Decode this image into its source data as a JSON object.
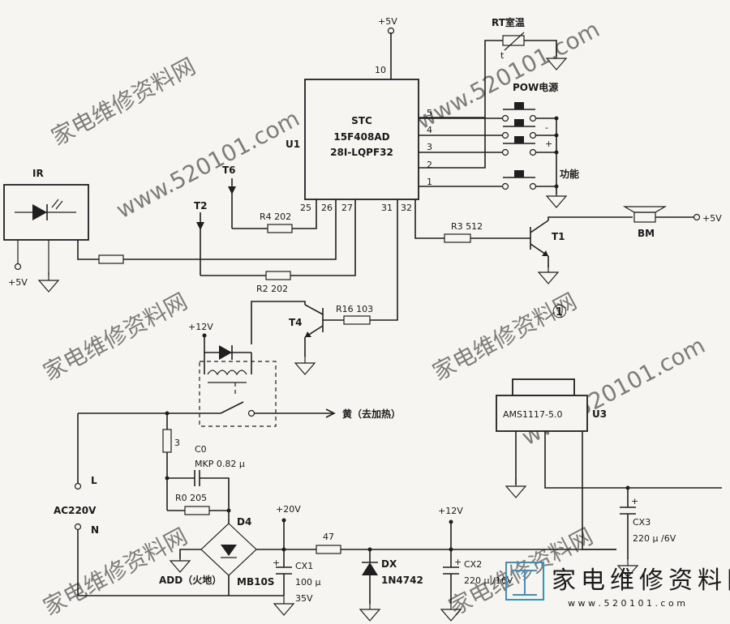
{
  "watermark": {
    "text_cn": "家电维修资料网",
    "text_url": "www.520101.com"
  },
  "logo": {
    "text": "家电维修资料网",
    "url": "w w w . 5 2 0 1 0 1 . c o m"
  },
  "chip": {
    "line1": "STC",
    "line2": "15F408AD",
    "line3": "28I-LQPF32",
    "ref": "U1",
    "pin10": "10",
    "pin5": "5",
    "pin4": "4",
    "pin3": "3",
    "pin2": "2",
    "pin1": "1",
    "pin25": "25",
    "pin26": "26",
    "pin27": "27",
    "pin31": "31",
    "pin32": "32"
  },
  "labels": {
    "vcc_top": "+5V",
    "rt": "RT室温",
    "t": "t",
    "pow": "POW电源",
    "minus": "-",
    "plus": "+",
    "func": "功能",
    "ir": "IR",
    "ir_5v": "+5V",
    "t6": "T6",
    "t2": "T2",
    "r4": "R4 202",
    "r2": "R2 202",
    "r3": "R3 512",
    "t1": "T1",
    "bm": "BM",
    "bm_5v": "+5V",
    "circle1": "①",
    "r16": "R16 103",
    "t4": "T4",
    "v12_relay": "+12V",
    "yellow": "黄（去加热）",
    "r3v": "3",
    "c0": "C0",
    "c0_val": "MKP 0.82 μ",
    "r0": "R0 205",
    "d4": "D4",
    "l": "L",
    "n": "N",
    "ac220": "AC220V",
    "add": "ADD（火地）",
    "mb10s": "MB10S",
    "v20": "+20V",
    "cx1": "CX1",
    "cx1_val": "100 μ",
    "cx1_v": "35V",
    "r47": "47",
    "dx": "DX",
    "dx_val": "1N4742",
    "v12": "+12V",
    "cx2": "CX2",
    "cx2_val": "220 μ /16V",
    "ams": "AMS1117-5.0",
    "u3": "U3",
    "cx3": "CX3",
    "cx3_val": "220 μ /6V",
    "cap_plus": "+"
  }
}
